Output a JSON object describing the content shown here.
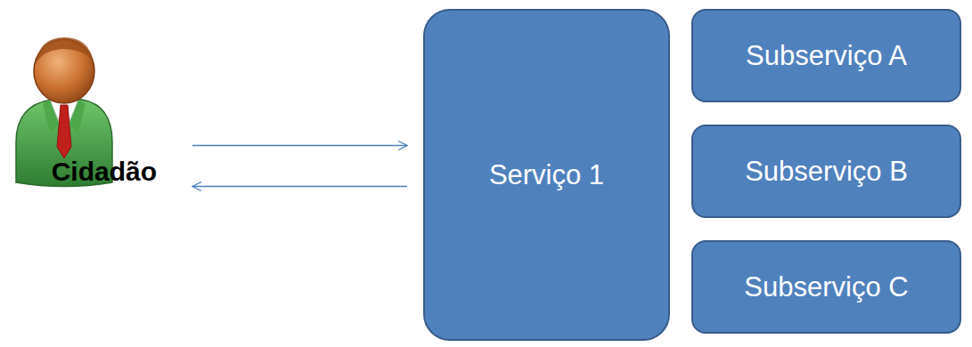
{
  "diagram": {
    "nodes": [
      {
        "text": [
          "Cidadão"
        ]
      },
      {
        "text": [
          "Serviço 1"
        ]
      },
      {
        "text": [
          "Subserviço A"
        ]
      },
      {
        "text": [
          "Subserviço B"
        ]
      },
      {
        "text": [
          "Subserviço C"
        ]
      }
    ],
    "edges": [
      {
        "from": 0,
        "to": 1,
        "arrow": "to"
      },
      {
        "from": 1,
        "to": 0,
        "arrow": "to"
      }
    ]
  }
}
